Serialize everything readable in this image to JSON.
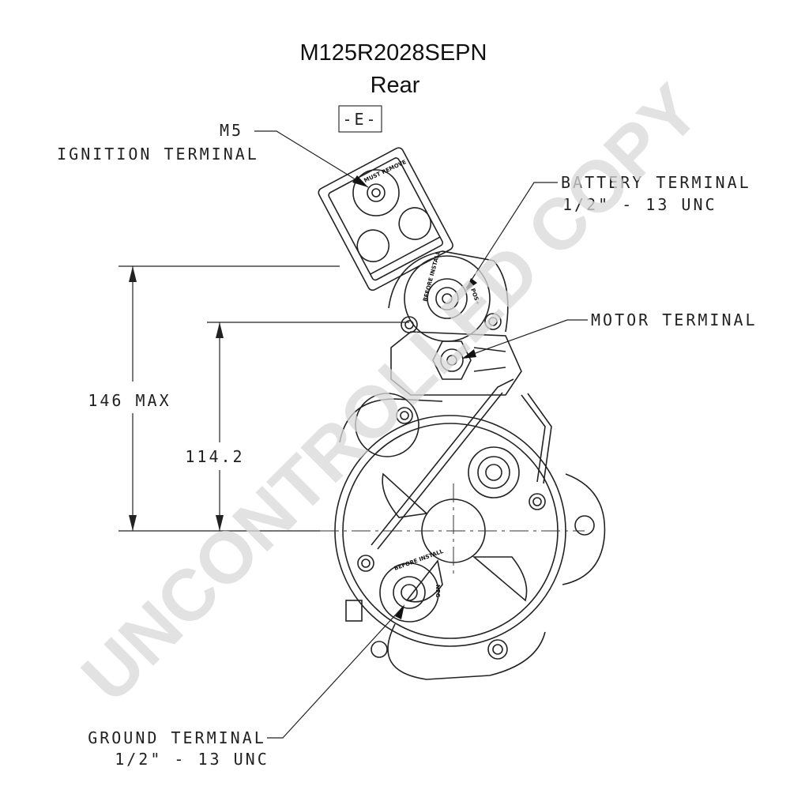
{
  "drawing": {
    "part_number": "M125R2028SEPN",
    "view": "Rear",
    "datum": "-E-"
  },
  "watermark": "UNCONTROLLED COPY",
  "callouts": {
    "ignition": {
      "line1": "M5",
      "line2": "IGNITION TERMINAL"
    },
    "battery": {
      "line1": "BATTERY TERMINAL",
      "line2": "1/2\" - 13 UNC"
    },
    "motor": {
      "line1": "MOTOR TERMINAL"
    },
    "ground": {
      "line1": "GROUND TERMINAL",
      "line2": "1/2\" - 13 UNC"
    }
  },
  "dimensions": {
    "overall": "146 MAX",
    "center": "114.2"
  },
  "stamps": {
    "must_remove": "MUST REMOVE",
    "before_install": "BEFORE INSTALL",
    "pos": "POS+",
    "neg": "NEG"
  }
}
